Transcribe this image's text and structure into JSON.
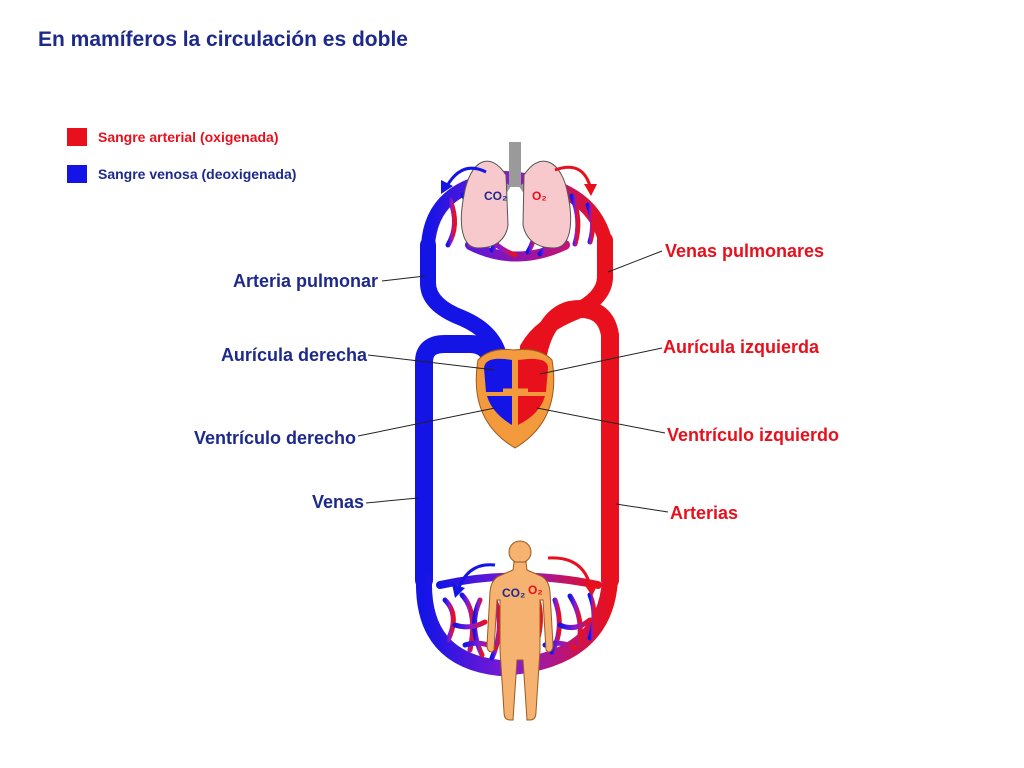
{
  "title": "En mamíferos la circulación es doble",
  "legend": [
    {
      "label": "Sangre arterial (oxigenada)",
      "color": "#e8101c"
    },
    {
      "label": "Sangre venosa (deoxigenada)",
      "color": "#1414e6"
    }
  ],
  "labels": {
    "arteria_pulmonar": "Arteria pulmonar",
    "auricula_derecha": "Aurícula derecha",
    "ventriculo_derecho": "Ventrículo derecho",
    "venas": "Venas",
    "venas_pulmonares": "Venas pulmonares",
    "auricula_izquierda": "Aurícula izquierda",
    "ventriculo_izquierdo": "Ventrículo  izquierdo",
    "arterias": "Arterias"
  },
  "gases": {
    "co2_top": "CO₂",
    "o2_top": "O₂",
    "co2_bottom": "CO₂",
    "o2_bottom": "O₂"
  },
  "colors": {
    "arterial": "#e8101c",
    "venous": "#1414e6",
    "label_blue": "#1d2a8c",
    "label_red": "#e8101c",
    "heart": "#f39a3c",
    "lung": "#f7c9cc",
    "body": "#f5b271",
    "capillary_mix": "#8a1ad0"
  }
}
